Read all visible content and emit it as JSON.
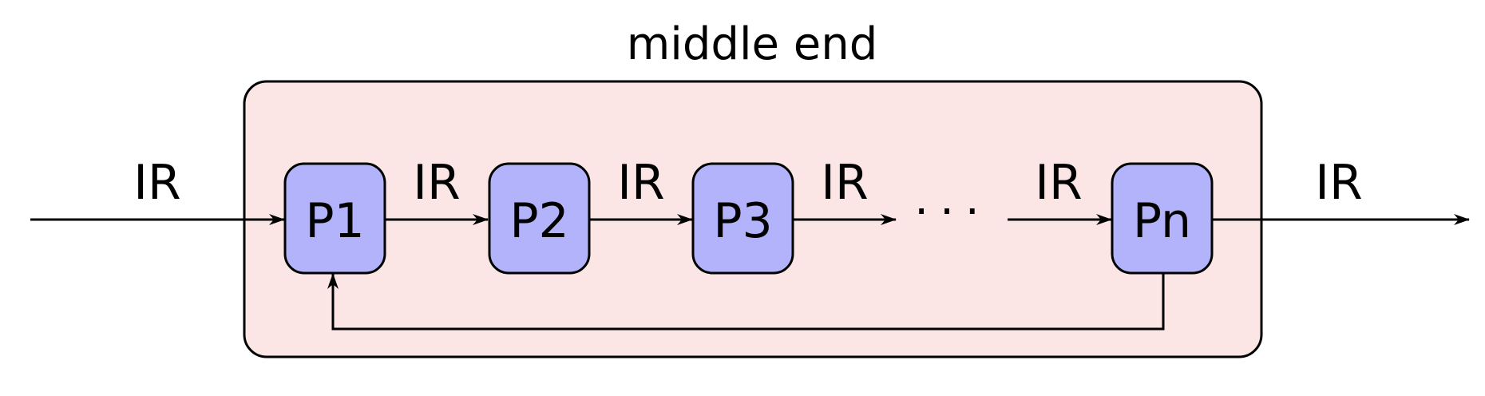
{
  "title": "middle end",
  "colors": {
    "container_fill": "#fbe5e5",
    "node_fill": "#b3b3fb",
    "stroke": "#000000"
  },
  "nodes": [
    {
      "id": "p1",
      "label": "P1"
    },
    {
      "id": "p2",
      "label": "P2"
    },
    {
      "id": "p3",
      "label": "P3"
    },
    {
      "id": "pn",
      "label": "Pn"
    }
  ],
  "edge_labels": {
    "input": "IR",
    "p1_p2": "IR",
    "p2_p3": "IR",
    "p3_dots": "IR",
    "dots_pn": "IR",
    "output": "IR"
  },
  "ellipsis": "···"
}
